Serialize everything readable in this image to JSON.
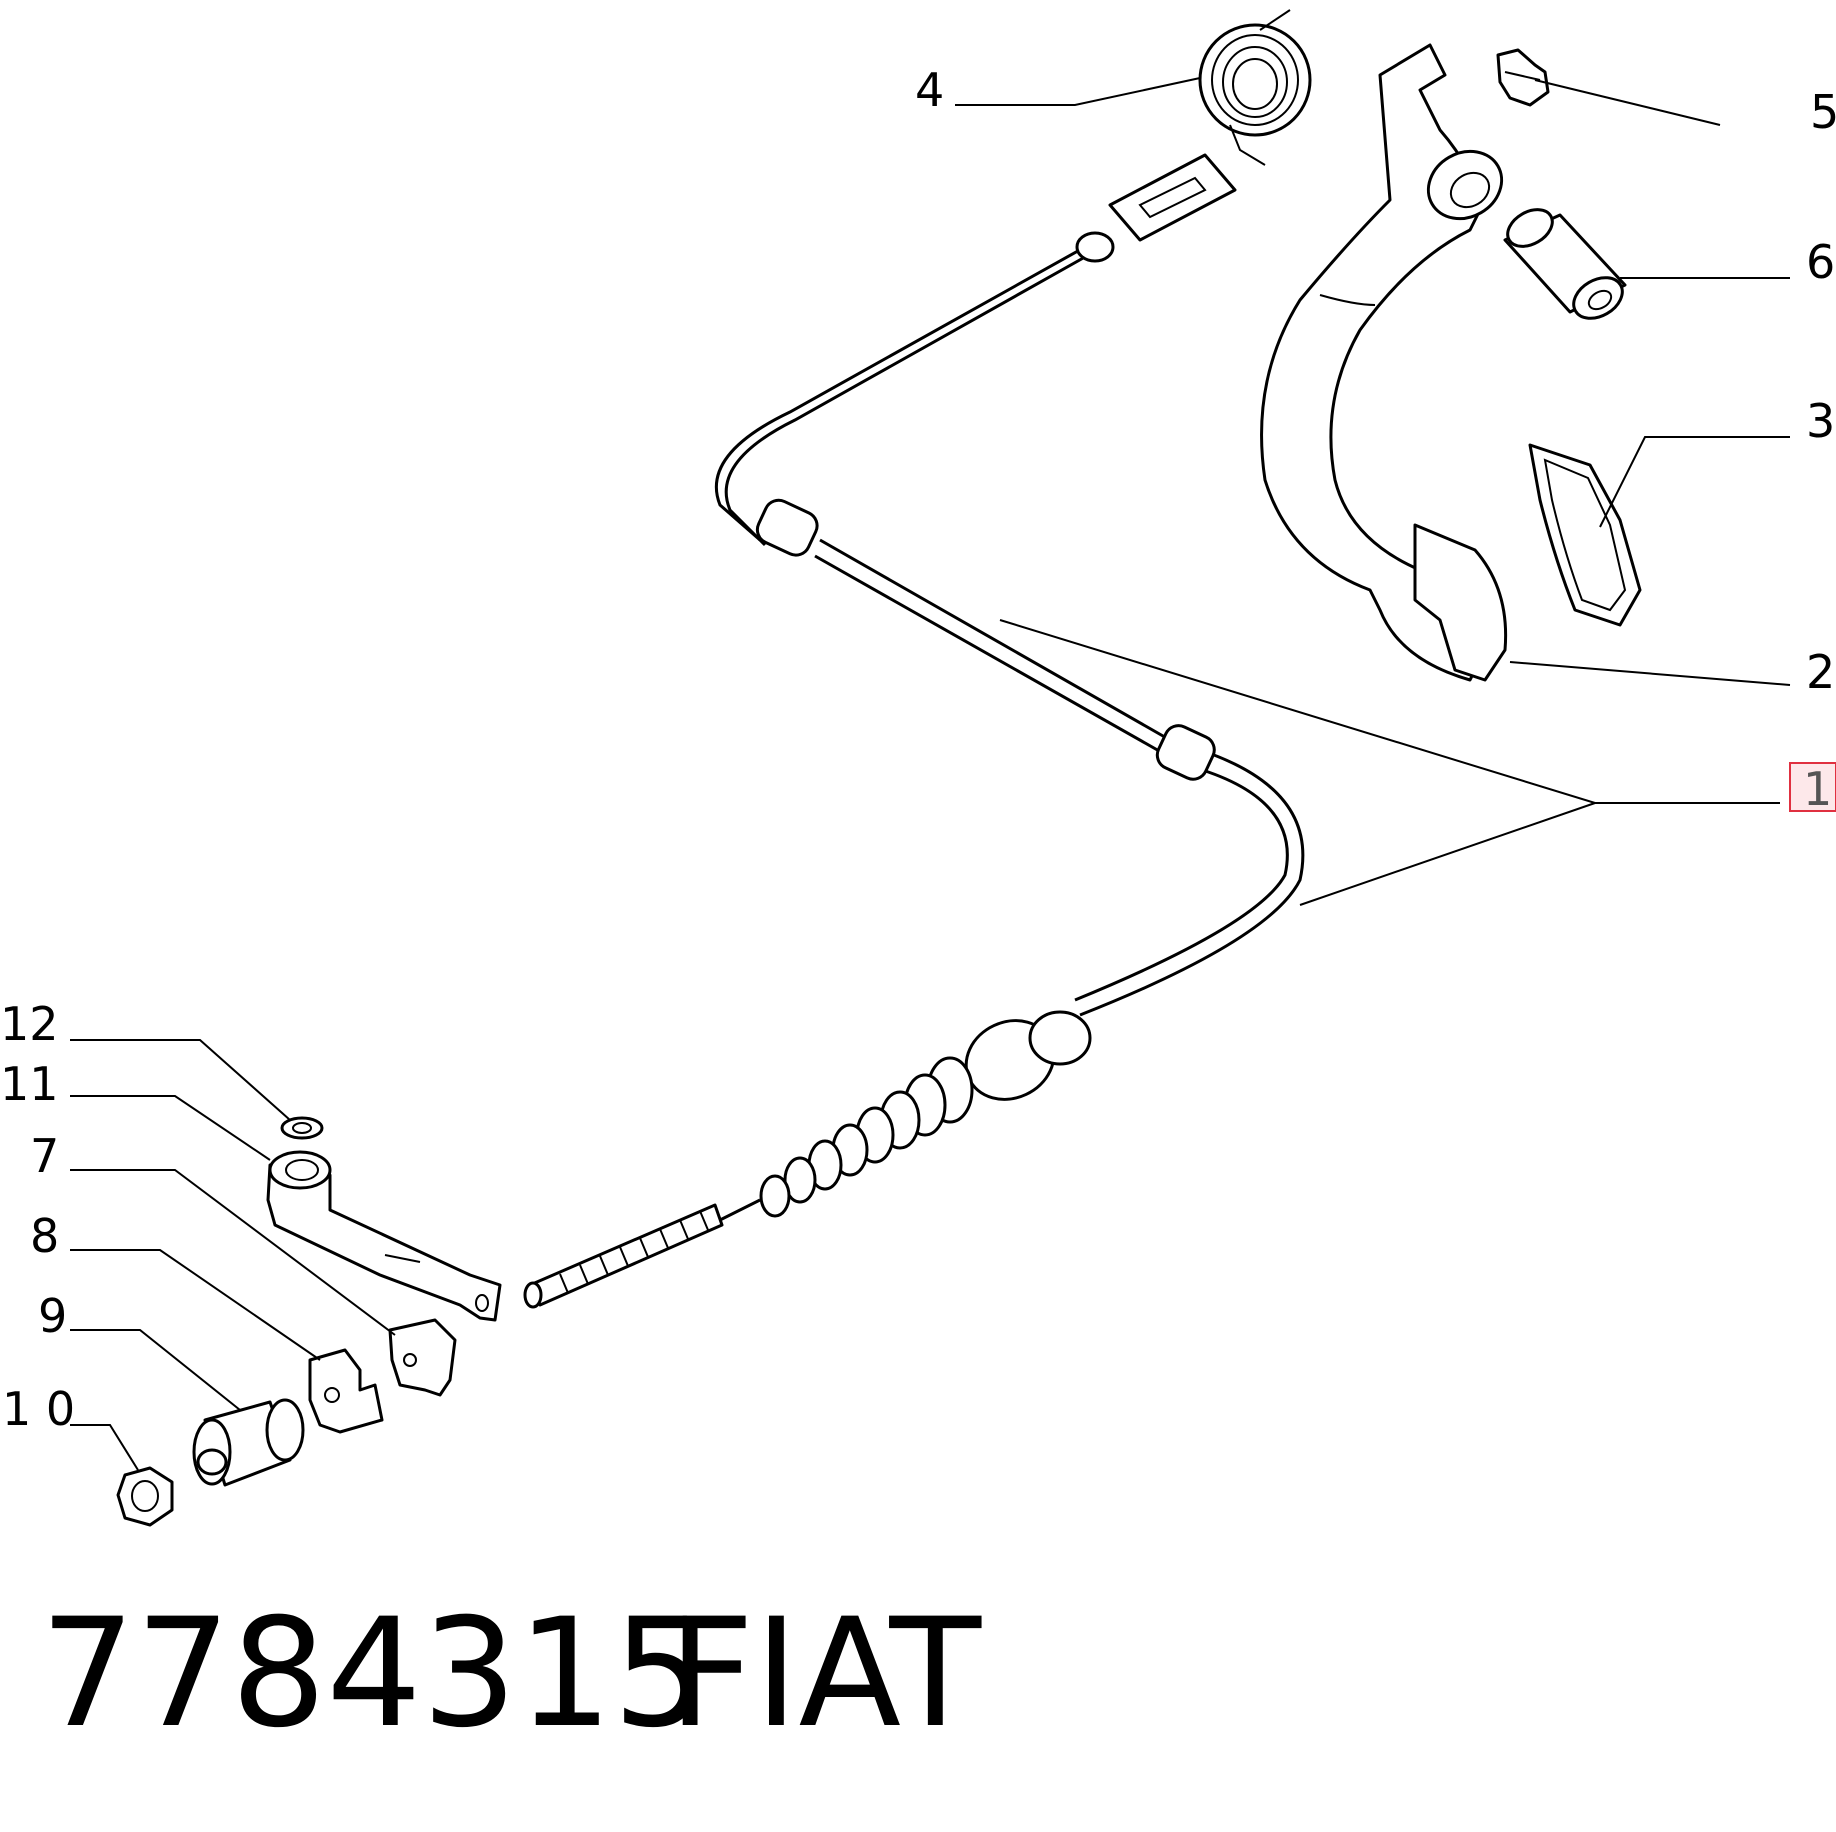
{
  "callouts": {
    "c1": "1",
    "c2": "2",
    "c3": "3",
    "c4": "4",
    "c5": "5",
    "c6": "6",
    "c7": "7",
    "c8": "8",
    "c9": "9",
    "c10": "1 0",
    "c11": "11",
    "c12": "12"
  },
  "highlight_color": "#e03040",
  "caption": {
    "part_number": "7784315",
    "brand": "FIAT"
  }
}
